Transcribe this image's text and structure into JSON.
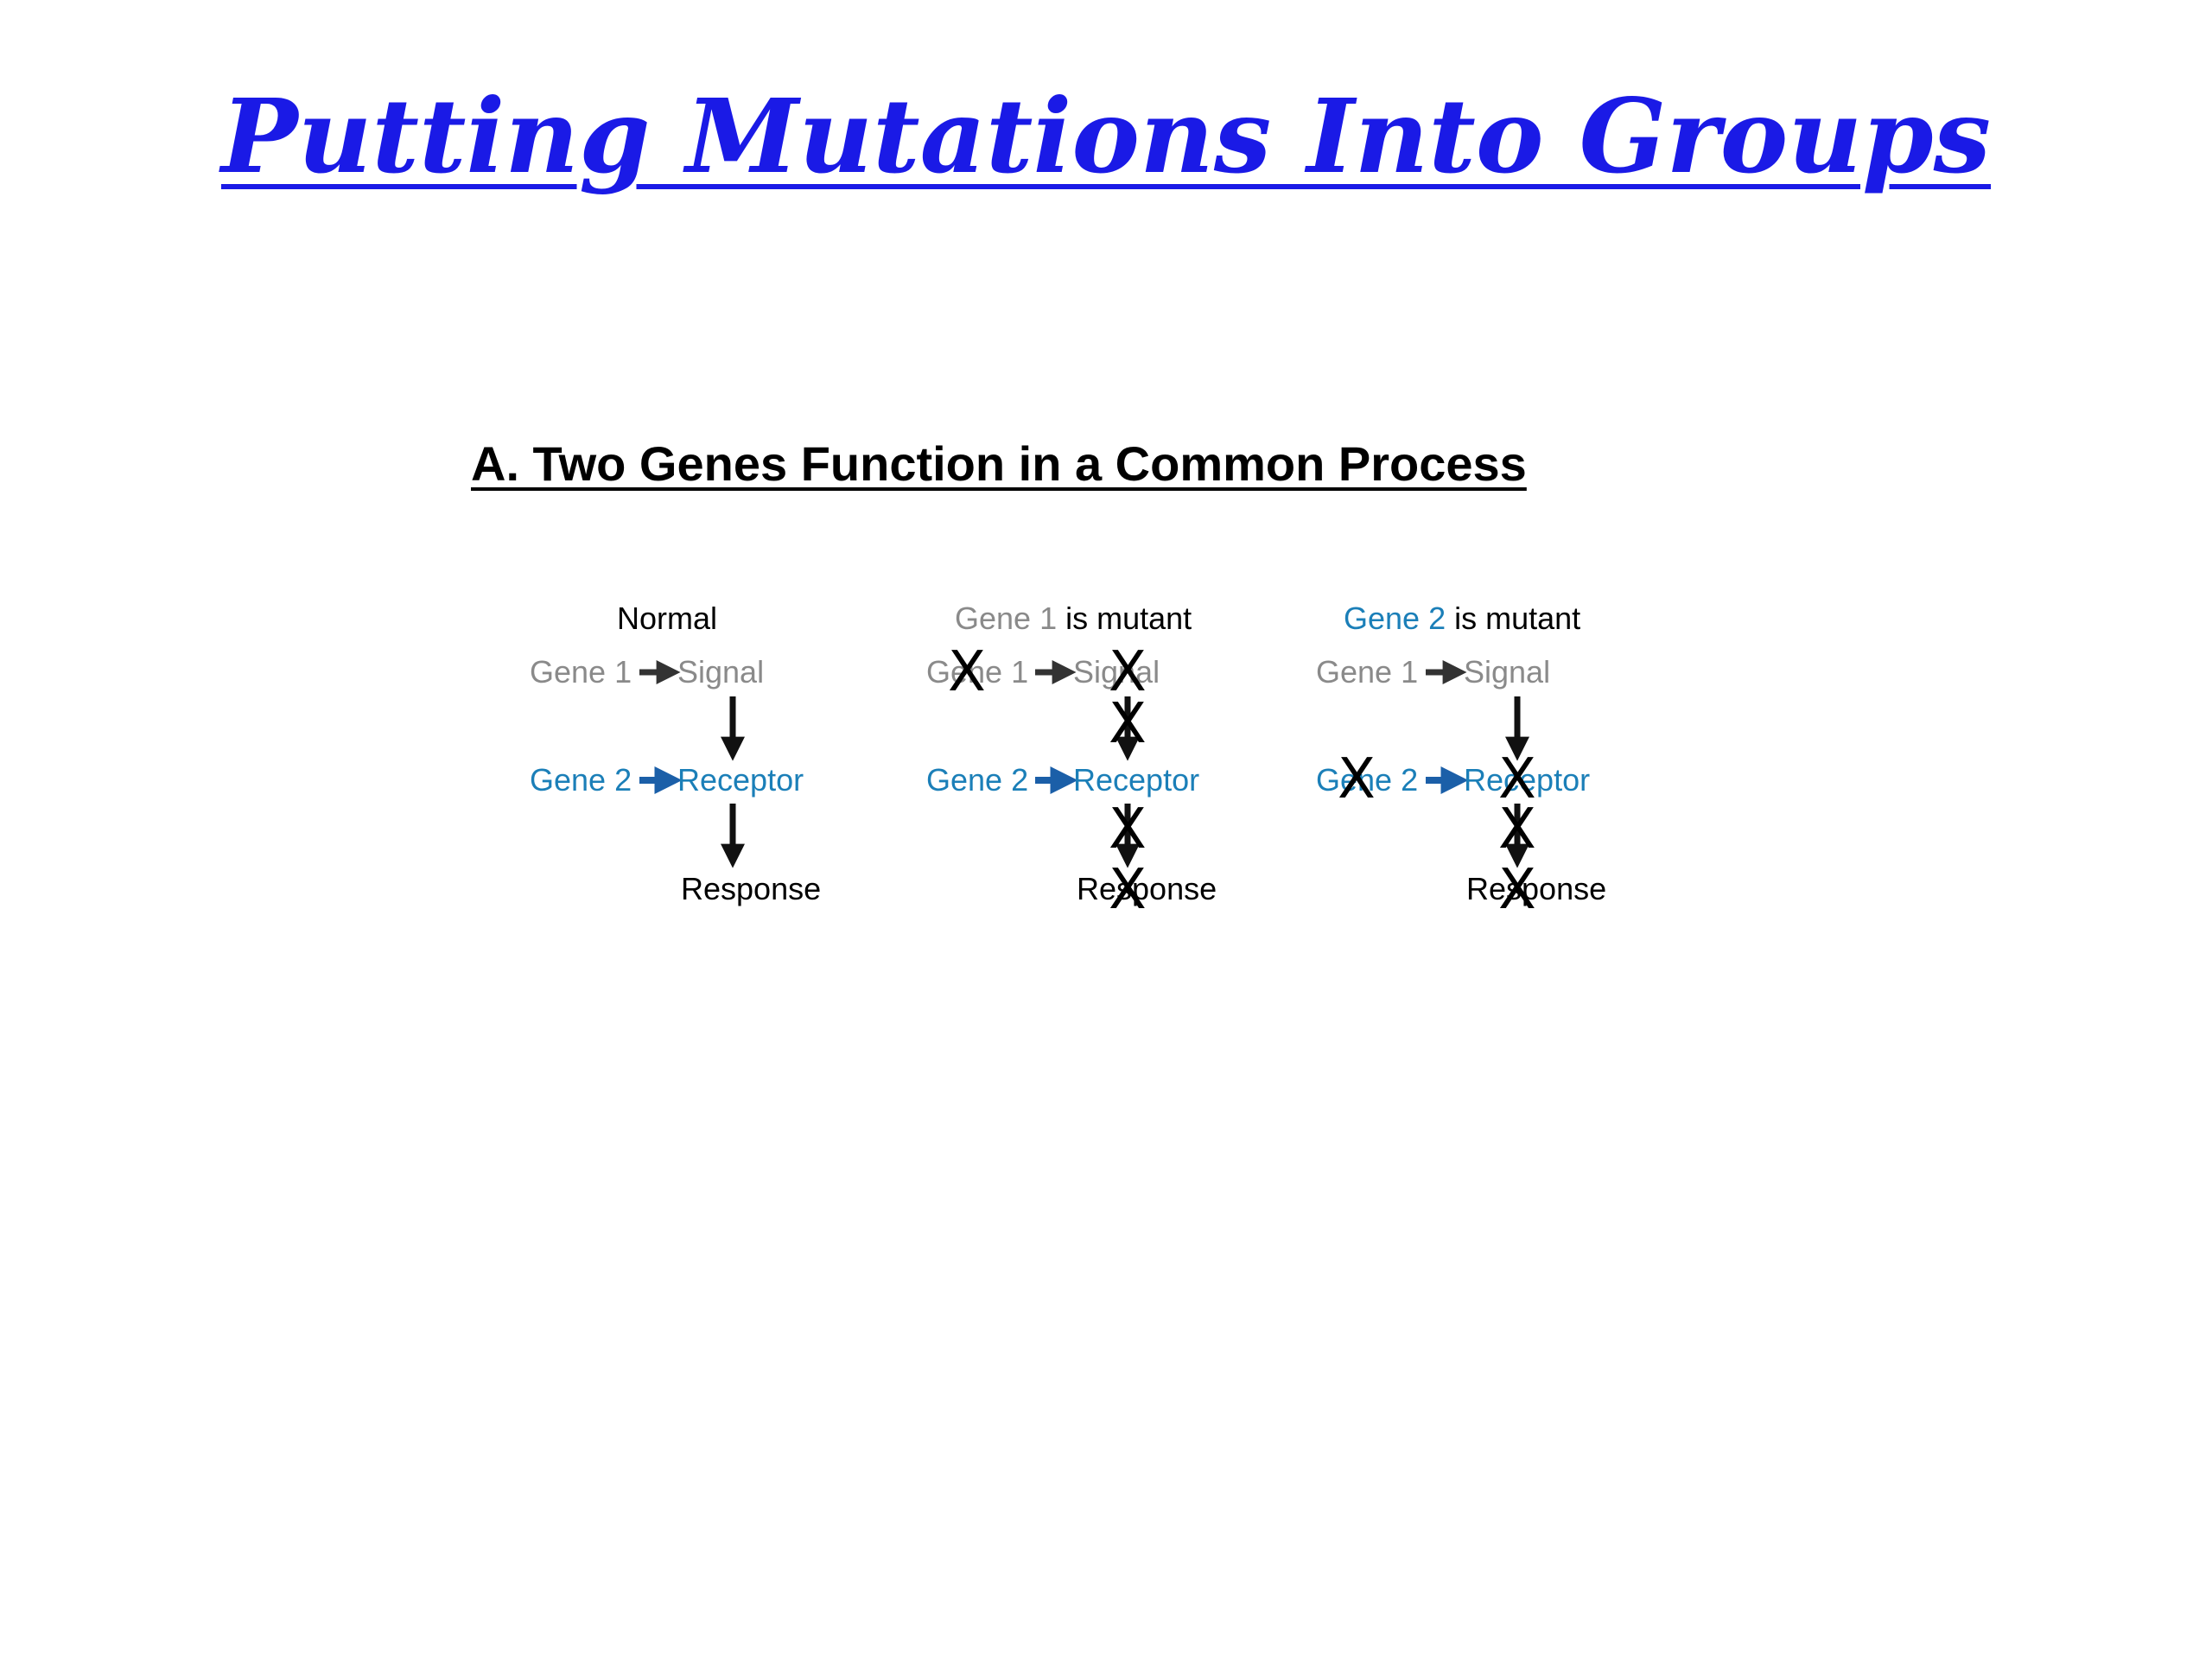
{
  "slide": {
    "title": "Putting Mutations Into Groups",
    "subtitle": "A. Two Genes Function in a Common Process"
  },
  "colors": {
    "title": "#1a1ae6",
    "gene1": "#8a8a8a",
    "gene2": "#1b7fb8",
    "text": "#000000"
  },
  "diagram": {
    "panels": [
      {
        "heading": "Normal",
        "gene1": "Gene 1",
        "signal": "Signal",
        "gene2": "Gene 2",
        "receptor": "Receptor",
        "response": "Response"
      },
      {
        "heading_gene": "Gene 1",
        "heading_suffix": "is mutant",
        "gene1": "Gene 1",
        "signal": "Signal",
        "gene2": "Gene 2",
        "receptor": "Receptor",
        "response": "Response"
      },
      {
        "heading_gene": "Gene 2",
        "heading_suffix": "is mutant",
        "gene1": "Gene 1",
        "signal": "Signal",
        "gene2": "Gene 2",
        "receptor": "Receptor",
        "response": "Response"
      }
    ],
    "mutation_mark": "X"
  }
}
